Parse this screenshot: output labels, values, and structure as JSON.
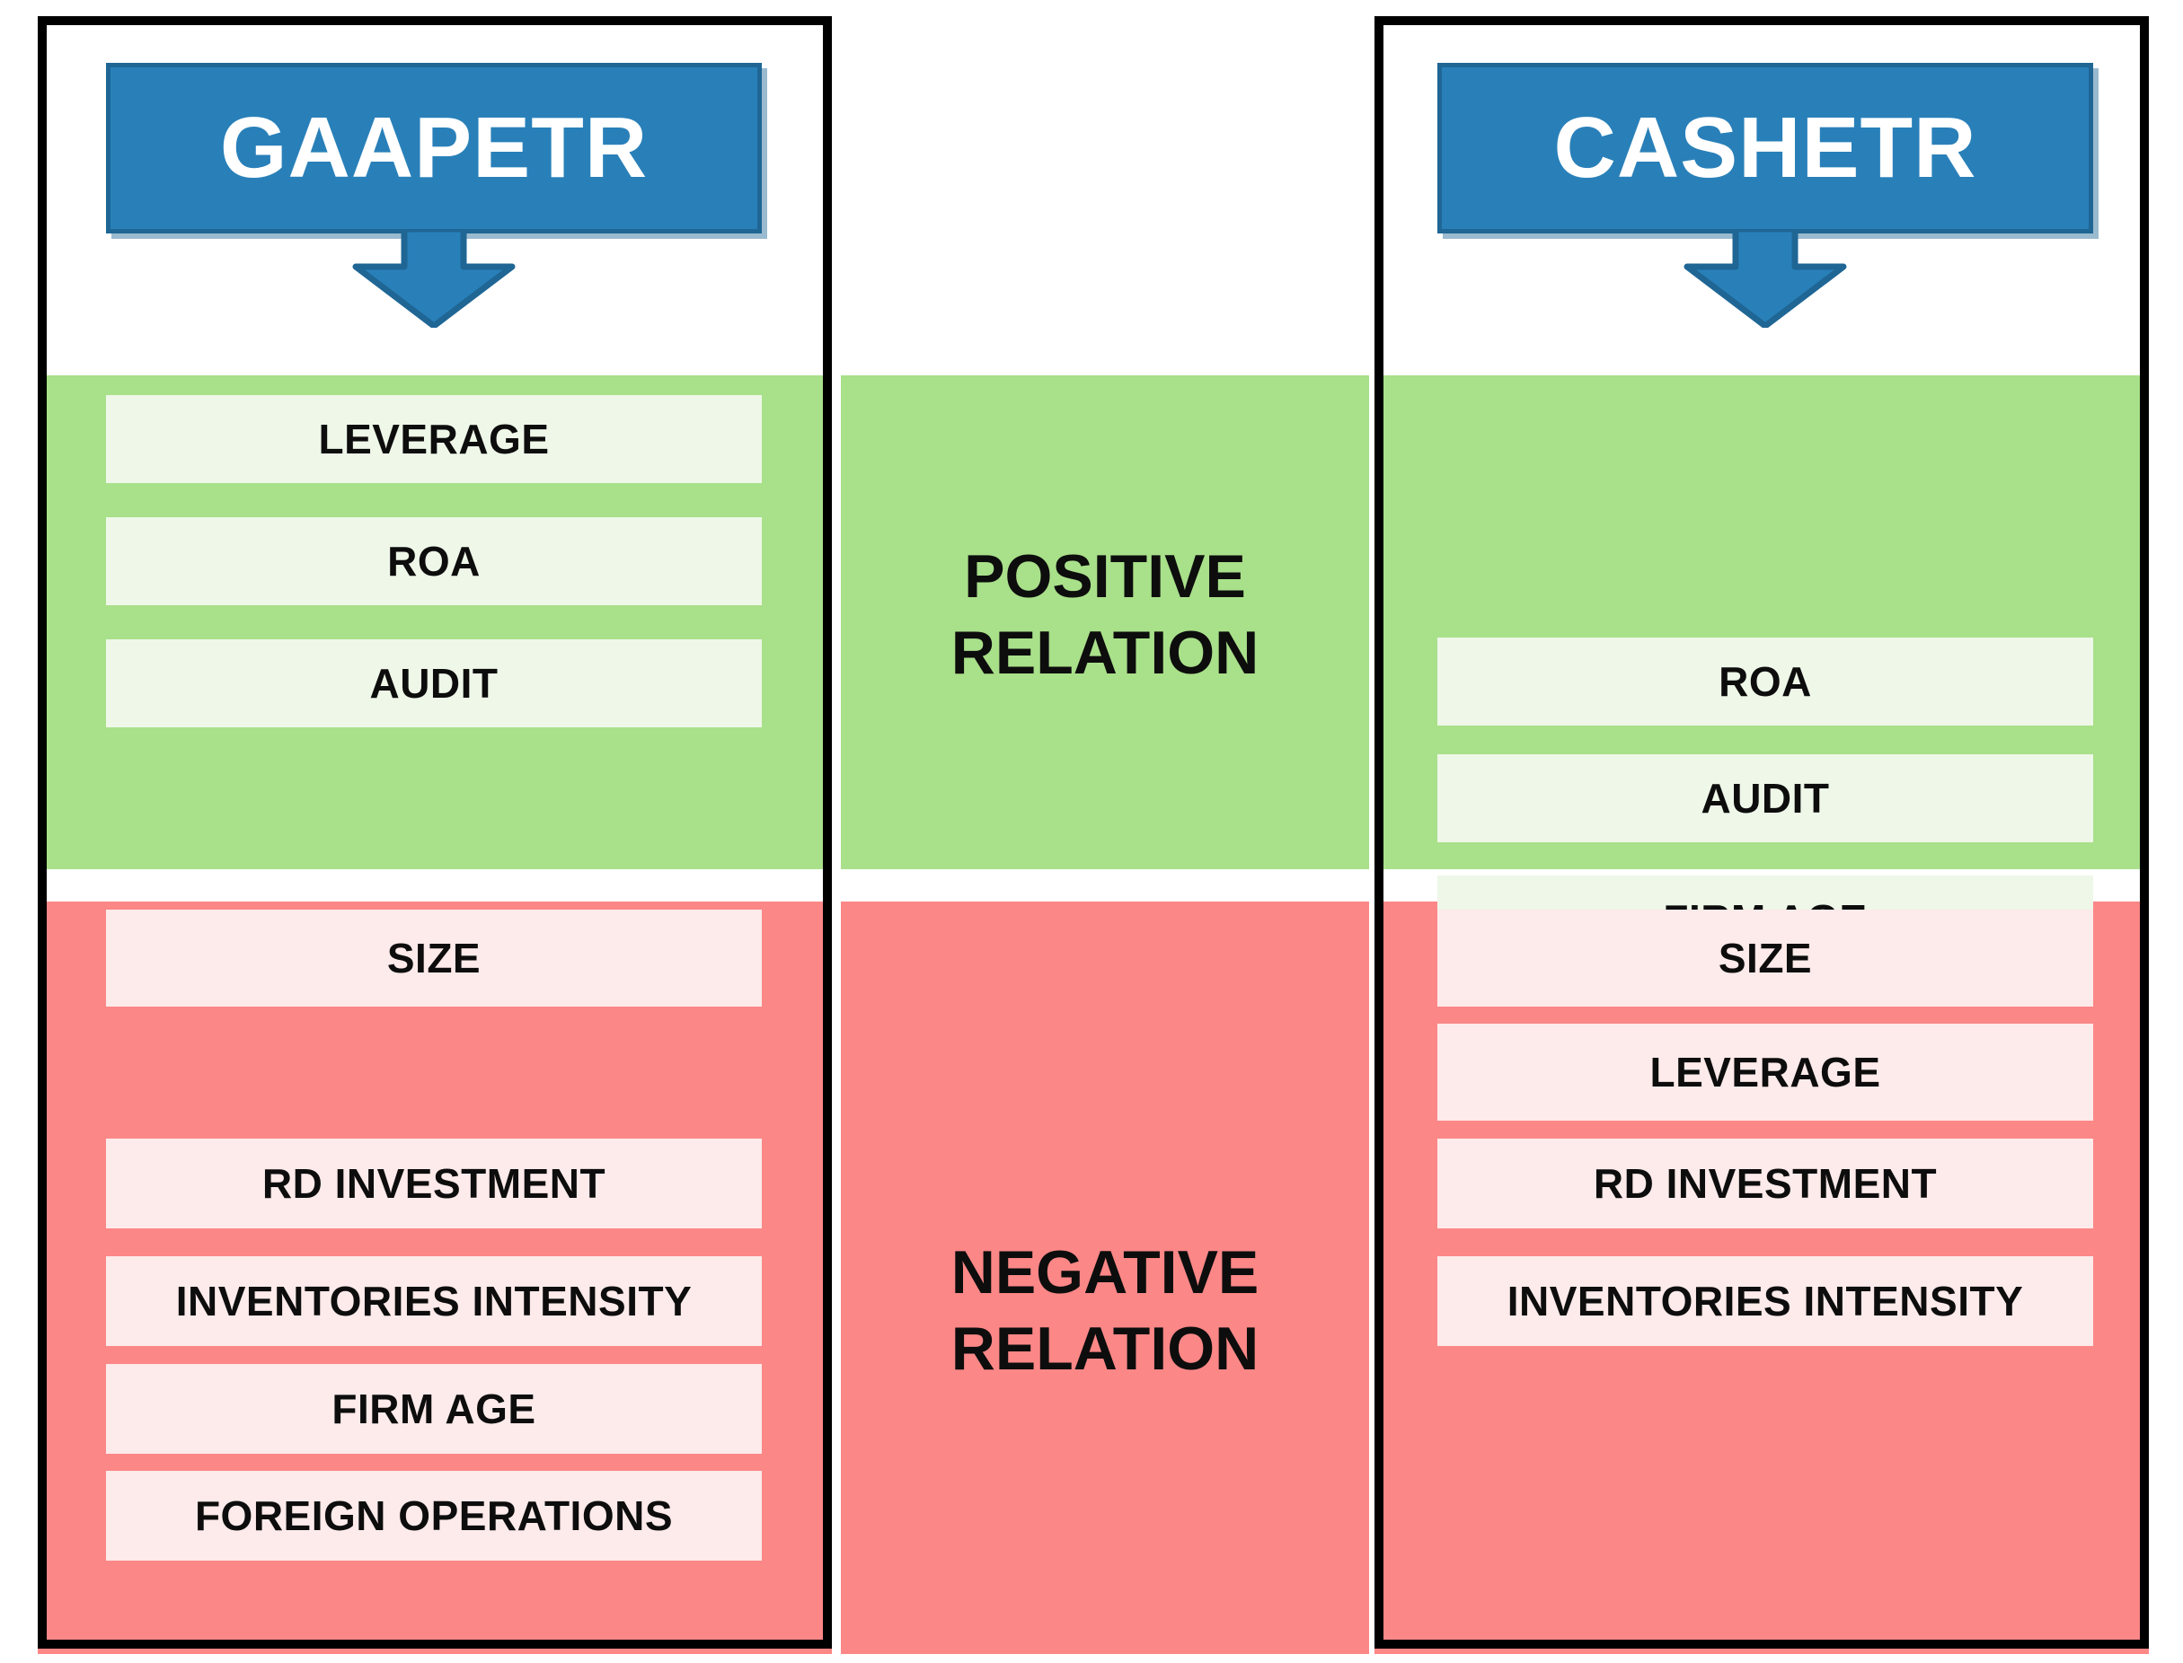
{
  "diagram": {
    "title_left": "GAAPETR",
    "title_right": "CASHETR",
    "center": {
      "positive_line1": "POSITIVE",
      "positive_line2": "RELATION",
      "negative_line1": "NEGATIVE",
      "negative_line2": "RELATION"
    },
    "colors": {
      "header_blue": "#2980b9",
      "header_blue_border": "#1f6695",
      "positive_band": "#a9e08a",
      "positive_chip": "#eef7e8",
      "negative_band": "#fc8787",
      "negative_chip": "#fdeaea",
      "outline": "#000000",
      "text": "#0d0d0d",
      "header_text": "#ffffff"
    },
    "columns": [
      {
        "id": "gaapetr",
        "header": "GAAPETR",
        "positive": [
          "LEVERAGE",
          "ROA",
          "AUDIT"
        ],
        "negative": [
          "SIZE",
          "RD INVESTMENT",
          "INVENTORIES INTENSITY",
          "FIRM AGE",
          "FOREIGN OPERATIONS"
        ]
      },
      {
        "id": "cashetr",
        "header": "CASHETR",
        "positive": [
          "ROA",
          "AUDIT",
          "FIRM AGE"
        ],
        "negative": [
          "SIZE",
          "LEVERAGE",
          "RD INVESTMENT",
          "INVENTORIES INTENSITY"
        ]
      }
    ]
  }
}
